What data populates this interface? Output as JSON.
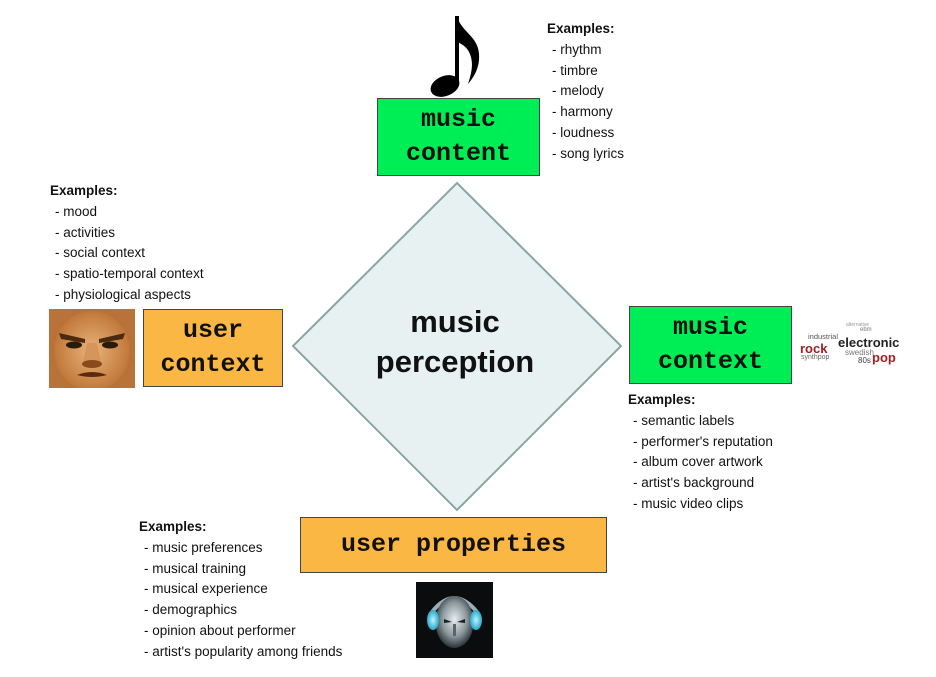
{
  "diagram": {
    "center": {
      "line1": "music",
      "line2": "perception"
    },
    "nodes": {
      "music_content": {
        "line1": "music",
        "line2": "content",
        "color": "#00ee55"
      },
      "user_context": {
        "line1": "user",
        "line2": "context",
        "color": "#fbb744"
      },
      "music_context": {
        "line1": "music",
        "line2": "context",
        "color": "#00ee55"
      },
      "user_properties": {
        "label": "user properties",
        "color": "#fbb744"
      }
    },
    "examples": {
      "music_content": {
        "heading": "Examples:",
        "items": [
          "rhythm",
          "timbre",
          "melody",
          "harmony",
          "loudness",
          "song lyrics"
        ]
      },
      "user_context": {
        "heading": "Examples:",
        "items": [
          "mood",
          "activities",
          "social context",
          "spatio-temporal context",
          "physiological aspects"
        ]
      },
      "music_context": {
        "heading": "Examples:",
        "items": [
          "semantic labels",
          "performer's reputation",
          "album cover artwork",
          "artist's background",
          "music video clips"
        ]
      },
      "user_properties": {
        "heading": "Examples:",
        "items": [
          "music preferences",
          "musical training",
          "musical experience",
          "demographics",
          "opinion about performer",
          "artist's popularity among friends"
        ]
      }
    },
    "images": {
      "music_note": "music-note-icon",
      "angry_face": "angry-face-photo",
      "tag_cloud": "tag-cloud-image",
      "headphones_head": "headphones-head-image"
    },
    "tag_cloud_words": {
      "industrial": "industrial",
      "electronic": "electronic",
      "rock": "rock",
      "swedish": "swedish",
      "synthpop": "synthpop",
      "eighties": "80s",
      "pop": "pop",
      "alternative": "alternative",
      "ebm": "ebm"
    }
  }
}
